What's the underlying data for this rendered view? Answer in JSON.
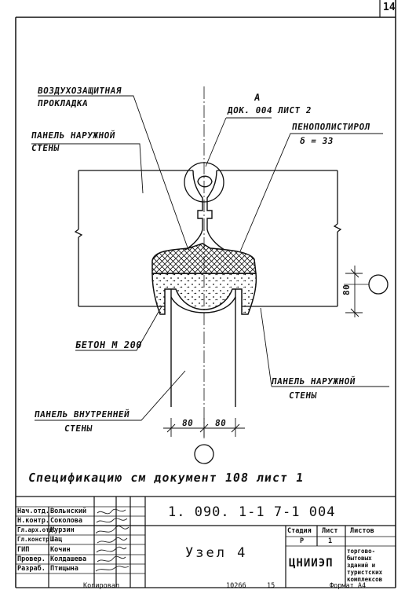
{
  "sheet_number": "14",
  "callout": {
    "letter": "A",
    "ref": "ДОК. 004 ЛИСТ 2"
  },
  "labels": {
    "air_seal_line1": "ВОЗДУХОЗАЩИТНАЯ",
    "air_seal_line2": "ПРОКЛАДКА",
    "outer_panel_top_line1": "ПАНЕЛЬ НАРУЖНОЙ",
    "outer_panel_top_line2": "СТЕНЫ",
    "foam_line1": "ПЕНОПОЛИСТИРОЛ",
    "foam_line2": "δ = 33",
    "concrete": "БЕТОН М 200",
    "outer_panel_right_line1": "ПАНЕЛЬ НАРУЖНОЙ",
    "outer_panel_right_line2": "СТЕНЫ",
    "inner_panel_line1": "ПАНЕЛЬ ВНУТРЕННЕЙ",
    "inner_panel_line2": "СТЕНЫ"
  },
  "dimensions": {
    "left": "80",
    "right": "80",
    "vertical": "80"
  },
  "spec_note": "Спецификацию см документ 108 лист 1",
  "title_block": {
    "doc_code": "1. 090. 1-1   7-1   004",
    "title": "Узел 4",
    "roles": [
      {
        "role": "Нач.отд.",
        "name": "Вольнский"
      },
      {
        "role": "Н.контр.",
        "name": "Соколова"
      },
      {
        "role": "Гл.арх.отд.",
        "name": "Мурзин"
      },
      {
        "role": "Гл.констр.",
        "name": "Шац"
      },
      {
        "role": "ГИП",
        "name": "Кочин"
      },
      {
        "role": "Провер.",
        "name": "Колдашева"
      },
      {
        "role": "Разраб.",
        "name": "Птицына"
      }
    ],
    "headers": {
      "stage": "Стадия",
      "sheet": "Лист",
      "sheets": "Листов"
    },
    "values": {
      "stage": "Р",
      "sheet": "1"
    },
    "org": "ЦНИИЭП",
    "org_desc_lines": [
      "торгово-",
      "бытовых",
      "зданий и",
      "туристских",
      "комплексов"
    ]
  },
  "footer": {
    "copied": "Копировал",
    "order": "10266",
    "page_num": "15",
    "format": "Формат А4"
  }
}
